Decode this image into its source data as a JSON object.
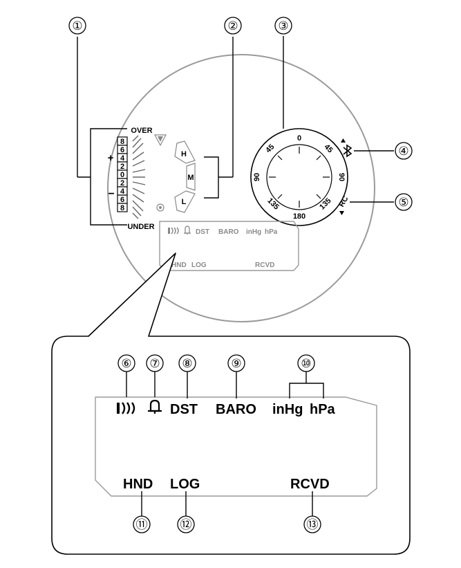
{
  "callouts": {
    "c1": "①",
    "c2": "②",
    "c3": "③",
    "c4": "④",
    "c5": "⑤",
    "c6": "⑥",
    "c7": "⑦",
    "c8": "⑧",
    "c9": "⑨",
    "c10": "⑩",
    "c11": "⑪",
    "c12": "⑫",
    "c13": "⑬"
  },
  "gauge": {
    "over": "OVER",
    "under": "UNDER",
    "plus": "+",
    "minus": "−",
    "scale": [
      "8",
      "6",
      "4",
      "2",
      "0",
      "2",
      "4",
      "6",
      "8"
    ]
  },
  "tide_levels": {
    "high": "H",
    "mid": "M",
    "low": "L"
  },
  "compass": {
    "top": "0",
    "upper_left": "45",
    "upper_right": "45",
    "left": "90",
    "right": "90",
    "lower_left": "135",
    "lower_right": "135",
    "bottom": "180",
    "rc": "RC"
  },
  "lcd_small": {
    "dst": "DST",
    "baro": "BARO",
    "inhg": "inHg",
    "hpa": "hPa",
    "hnd": "HND",
    "log": "LOG",
    "rcvd": "RCVD"
  },
  "lcd_zoom": {
    "dst": "DST",
    "baro": "BARO",
    "inhg": "inHg",
    "hpa": "hPa",
    "hnd": "HND",
    "log": "LOG",
    "rcvd": "RCVD"
  }
}
